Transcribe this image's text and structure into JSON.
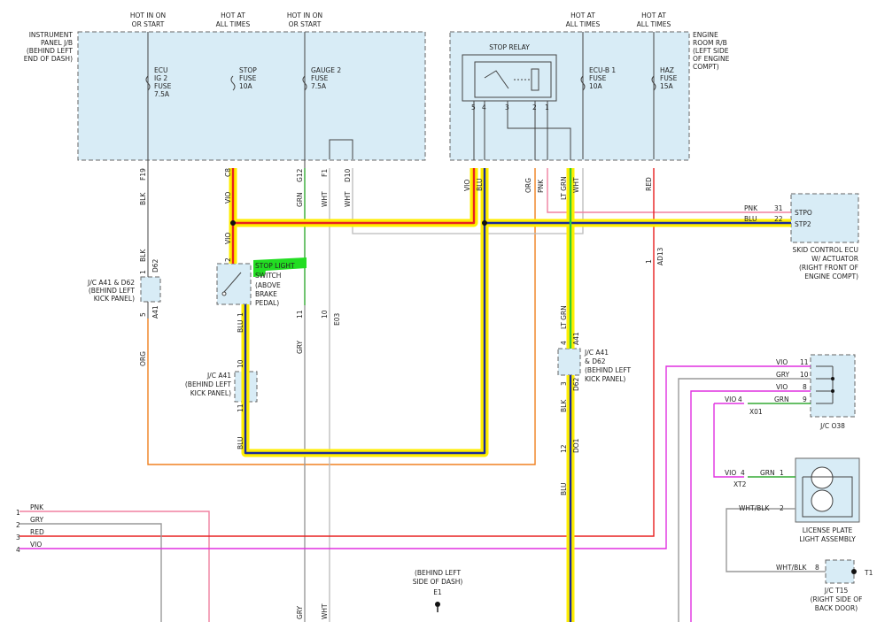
{
  "headers": {
    "hot_on_start_1": [
      "HOT IN ON",
      "OR START"
    ],
    "hot_all_1": [
      "HOT AT",
      "ALL TIMES"
    ],
    "hot_on_start_2": [
      "HOT IN ON",
      "OR START"
    ],
    "hot_all_2": [
      "HOT AT",
      "ALL TIMES"
    ],
    "hot_all_3": [
      "HOT AT",
      "ALL TIMES"
    ]
  },
  "instrument_panel": [
    "INSTRUMENT",
    "PANEL J/B",
    "(BEHIND LEFT",
    "END OF DASH)"
  ],
  "engine_room": [
    "ENGINE",
    "ROOM R/B",
    "(LEFT SIDE",
    "OF ENGINE",
    "COMPT)"
  ],
  "fuses": {
    "ecu_ig2": [
      "ECU",
      "IG 2",
      "FUSE",
      "7.5A"
    ],
    "stop": [
      "STOP",
      "FUSE",
      "10A"
    ],
    "gauge2": [
      "GAUGE 2",
      "FUSE",
      "7.5A"
    ],
    "ecu_b1": [
      "ECU-B 1",
      "FUSE",
      "10A"
    ],
    "haz": [
      "HAZ",
      "FUSE",
      "15A"
    ]
  },
  "stop_relay": "STOP RELAY",
  "relay_pins": [
    "5",
    "4",
    "3",
    "2",
    "1"
  ],
  "connectors": {
    "f19": "F19",
    "c8": "C8",
    "g12": "G12",
    "f1": "F1",
    "d10": "D10",
    "ad13": "AD13",
    "d62": "D62",
    "a41": "A41",
    "e03": "E03",
    "do1": "DO1",
    "x01": "X01",
    "xt2": "XT2"
  },
  "wire_colors": {
    "blk": "BLK",
    "vio": "VIO",
    "grn": "GRN",
    "wht": "WHT",
    "blu": "BLU",
    "org": "ORG",
    "pnk": "PNK",
    "lt_grn": "LT GRN",
    "red": "RED",
    "gry": "GRY",
    "wht_blk": "WHT/BLK"
  },
  "skid_ecu": {
    "pins": [
      "STPO",
      "STP2"
    ],
    "pin_nums": [
      "31",
      "22"
    ],
    "label": [
      "SKID CONTROL ECU",
      "W/ ACTUATOR",
      "(RIGHT FRONT OF",
      "ENGINE COMPT)"
    ]
  },
  "stop_light_switch": [
    "STOP LIGHT",
    "SWITCH",
    "(ABOVE",
    "BRAKE",
    "PEDAL)"
  ],
  "jc_a41_d62_left": [
    "J/C A41 & D62",
    "(BEHIND LEFT",
    "KICK PANEL)"
  ],
  "jc_a41_mid": [
    "J/C A41",
    "(BEHIND LEFT",
    "KICK PANEL)"
  ],
  "jc_a41_d62_right": [
    "J/C A41",
    "& D62",
    "(BEHIND LEFT",
    "KICK PANEL)"
  ],
  "jc_o38": "J/C O38",
  "jc_o38_pins": [
    "11",
    "10",
    "8",
    "9"
  ],
  "license_plate": [
    "LICENSE PLATE",
    "LIGHT ASSEMBLY"
  ],
  "jc_t15": [
    "J/C T15",
    "(RIGHT SIDE OF",
    "BACK DOOR)"
  ],
  "t1": "T1",
  "ground": [
    "(BEHIND LEFT",
    "SIDE OF DASH)",
    "E1"
  ],
  "left_outputs": [
    {
      "num": "1",
      "color": "PNK"
    },
    {
      "num": "2",
      "color": "GRY"
    },
    {
      "num": "3",
      "color": "RED"
    },
    {
      "num": "4",
      "color": "VIO"
    }
  ],
  "pin_numbers": {
    "p1": "1",
    "p2": "2",
    "p3": "3",
    "p4": "4",
    "p5": "5",
    "p8": "8",
    "p9": "9",
    "p10": "10",
    "p11": "11",
    "p12": "12"
  },
  "colors": {
    "highlight_yellow": "#ffee00",
    "pink_wire": "#f080a0",
    "red_wire": "#e82020",
    "violet_wire": "#e030e0",
    "green_wire": "#33aa33",
    "blue_wire": "#1a2a9a",
    "orange_wire": "#f08020",
    "box_fill": "#d8ecf6",
    "green_mark": "#22dd22"
  }
}
